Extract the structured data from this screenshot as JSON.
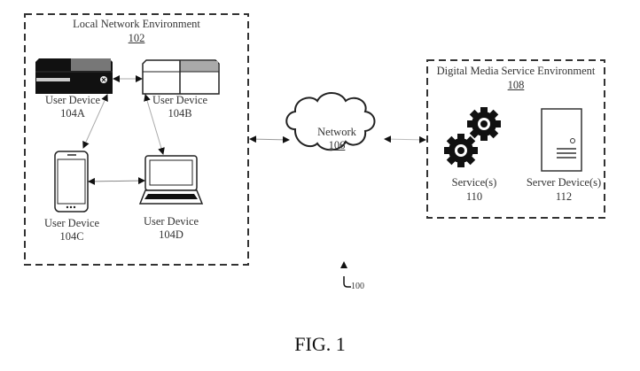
{
  "figure": {
    "caption": "FIG. 1",
    "reference": "100"
  },
  "local_network": {
    "title": "Local Network Environment",
    "ref": "102",
    "devices": [
      {
        "label": "User Device",
        "ref": "104A",
        "icon": "game-console-dark-icon"
      },
      {
        "label": "User Device",
        "ref": "104B",
        "icon": "game-console-light-icon"
      },
      {
        "label": "User Device",
        "ref": "104C",
        "icon": "smartphone-icon"
      },
      {
        "label": "User Device",
        "ref": "104D",
        "icon": "laptop-icon"
      }
    ]
  },
  "network": {
    "label": "Network",
    "ref": "106",
    "icon": "cloud-icon"
  },
  "digital_media": {
    "title": "Digital Media Service Environment",
    "ref": "108",
    "items": [
      {
        "label": "Service(s)",
        "ref": "110",
        "icon": "gears-icon"
      },
      {
        "label": "Server Device(s)",
        "ref": "112",
        "icon": "server-icon"
      }
    ]
  }
}
